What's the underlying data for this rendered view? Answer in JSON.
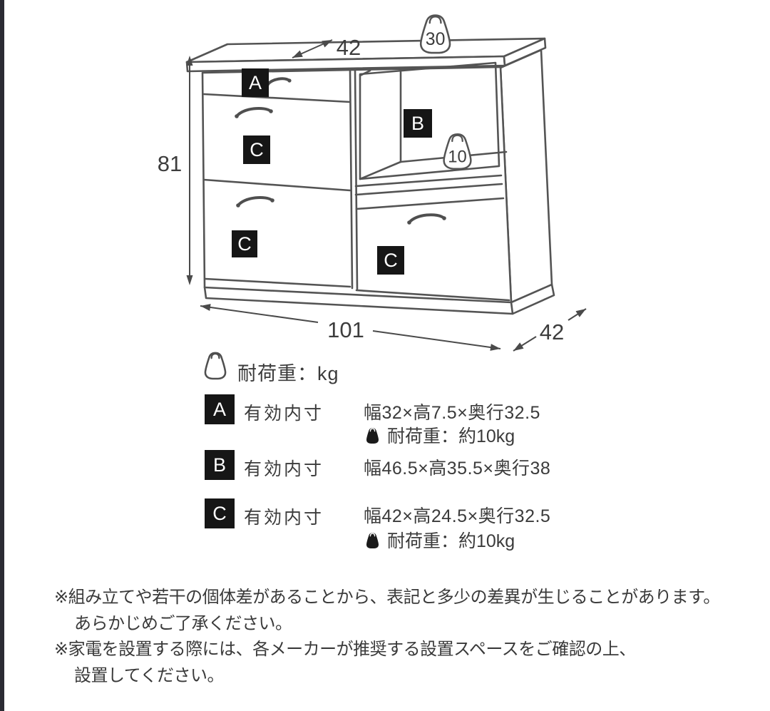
{
  "diagram": {
    "height_label": "81",
    "top_depth_label": "42",
    "width_label": "101",
    "side_depth_label": "42",
    "top_load_label": "30",
    "shelf_load_label": "10",
    "compartment_a": "A",
    "compartment_b": "B",
    "compartment_c": "C"
  },
  "legend": {
    "icon_caption": "耐荷重：kg",
    "rows": [
      {
        "key": "A",
        "title": "有効内寸",
        "size": "幅32×高7.5×奥行32.5",
        "load": "耐荷重：約10kg"
      },
      {
        "key": "B",
        "title": "有効内寸",
        "size": "幅46.5×高35.5×奥行38"
      },
      {
        "key": "C",
        "title": "有効内寸",
        "size": "幅42×高24.5×奥行32.5",
        "load": "耐荷重：約10kg"
      }
    ]
  },
  "notes": {
    "line1": "※組み立てや若干の個体差があることから、表記と多少の差異が生じることがあります。",
    "line2": "あらかじめご了承ください。",
    "line3": "※家電を設置する際には、各メーカーが推奨する設置スペースをご確認の上、",
    "line4": "設置してください。"
  },
  "colors": {
    "line": "#545454",
    "text": "#3d3d3d",
    "label_bg": "#161616",
    "edge_strip": "#2b2b33"
  }
}
